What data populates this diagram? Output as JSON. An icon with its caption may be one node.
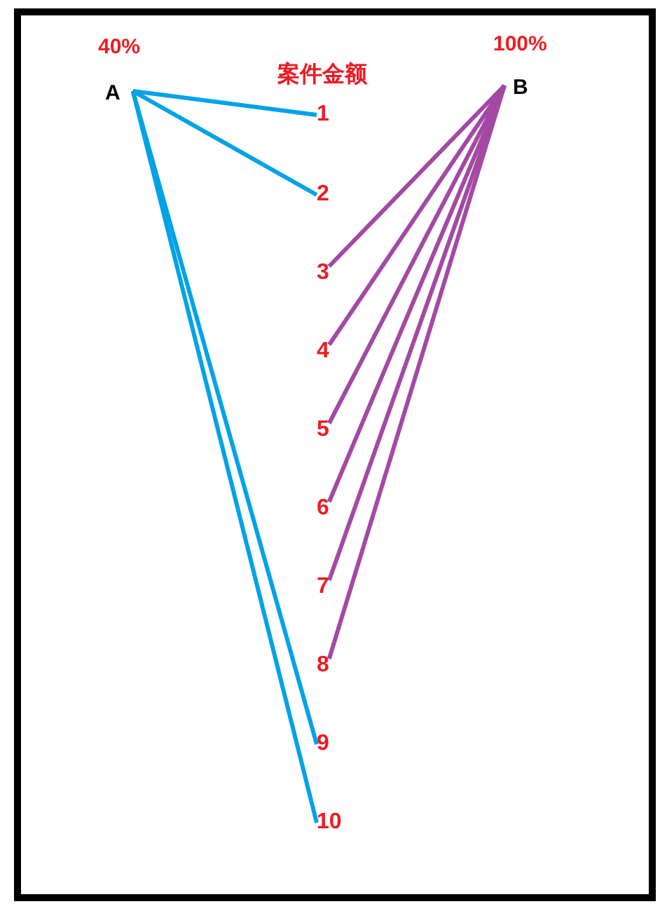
{
  "diagram": {
    "nodes": [
      {
        "text": [
          "A"
        ],
        "beside": [
          "40%"
        ]
      },
      {
        "text": [
          "B"
        ],
        "beside": [
          "100%"
        ]
      },
      {
        "text": [
          "1"
        ]
      },
      {
        "text": [
          "2"
        ]
      },
      {
        "text": [
          "3"
        ]
      },
      {
        "text": [
          "4"
        ]
      },
      {
        "text": [
          "5"
        ]
      },
      {
        "text": [
          "6"
        ]
      },
      {
        "text": [
          "7"
        ]
      },
      {
        "text": [
          "8"
        ]
      },
      {
        "text": [
          "9"
        ]
      },
      {
        "text": [
          "10"
        ]
      }
    ],
    "edges": [
      {
        "from": 0,
        "to": 2,
        "arrow": "none",
        "color": "#00a2e8"
      },
      {
        "from": 0,
        "to": 3,
        "arrow": "none",
        "color": "#00a2e8"
      },
      {
        "from": 1,
        "to": 4,
        "arrow": "none"
      },
      {
        "from": 1,
        "to": 5,
        "arrow": "none"
      },
      {
        "from": 1,
        "to": 6,
        "arrow": "none"
      },
      {
        "from": 1,
        "to": 7,
        "arrow": "none"
      },
      {
        "from": 1,
        "to": 8,
        "arrow": "none"
      },
      {
        "from": 1,
        "to": 9,
        "arrow": "none"
      },
      {
        "from": 0,
        "to": 10,
        "arrow": "none",
        "color": "#00a2e8"
      },
      {
        "from": 0,
        "to": 11,
        "arrow": "none",
        "color": "#00a2e8"
      }
    ],
    "labels": [
      "案件金额"
    ]
  }
}
